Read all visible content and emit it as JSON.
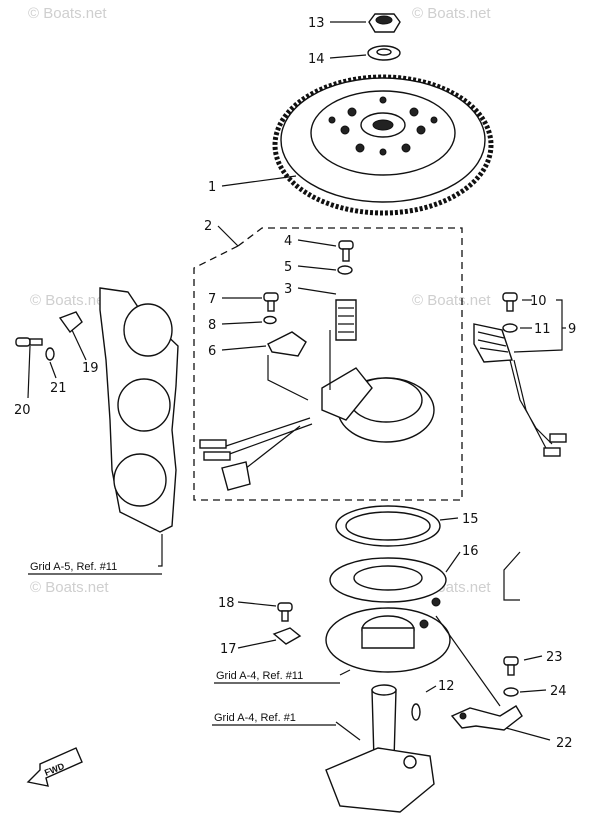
{
  "watermark": "© Boats.net",
  "callouts": {
    "p1": "1",
    "p2": "2",
    "p3": "3",
    "p4": "4",
    "p5": "5",
    "p6": "6",
    "p7": "7",
    "p8": "8",
    "p9": "9",
    "p10": "10",
    "p11": "11",
    "p12": "12",
    "p13": "13",
    "p14": "14",
    "p15": "15",
    "p16": "16",
    "p17": "17",
    "p18": "18",
    "p19": "19",
    "p20": "20",
    "p21": "21",
    "p22": "22",
    "p23": "23",
    "p24": "24"
  },
  "references": {
    "grid_a5": "Grid A-5, Ref. #11",
    "grid_a4_11": "Grid A-4, Ref. #11",
    "grid_a4_1": "Grid A-4, Ref. #1"
  },
  "direction_badge": "FWD"
}
